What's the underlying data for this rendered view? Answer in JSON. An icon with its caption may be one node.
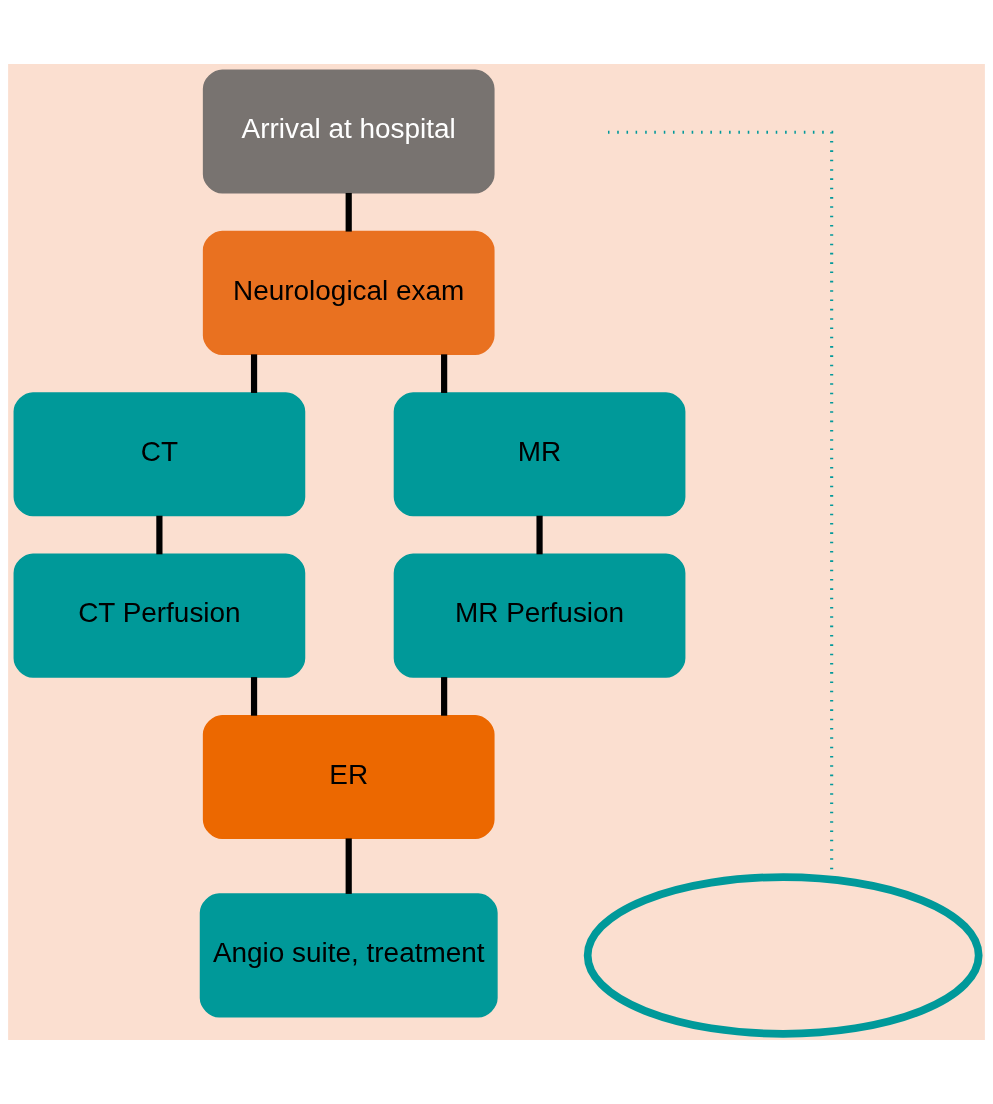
{
  "diagram": {
    "nodes": [
      {
        "text": [
          "Arrival at hospital"
        ]
      },
      {
        "text": [
          "Neurological exam"
        ]
      },
      {
        "text": [
          "CT"
        ]
      },
      {
        "text": [
          "MR"
        ]
      },
      {
        "text": [
          "CT Perfusion"
        ]
      },
      {
        "text": [
          "MR Perfusion"
        ]
      },
      {
        "text": [
          "ER"
        ]
      },
      {
        "text": [
          "Angio suite, treatment"
        ]
      },
      {
        "text": [],
        "shape": "ellipse"
      }
    ],
    "edges": [
      {
        "from": 0,
        "to": 1,
        "arrow": "none"
      },
      {
        "from": 1,
        "to": 2,
        "arrow": "none"
      },
      {
        "from": 1,
        "to": 3,
        "arrow": "none"
      },
      {
        "from": 2,
        "to": 4,
        "arrow": "none"
      },
      {
        "from": 3,
        "to": 5,
        "arrow": "none"
      },
      {
        "from": 4,
        "to": 6,
        "arrow": "none"
      },
      {
        "from": 5,
        "to": 6,
        "arrow": "none"
      },
      {
        "from": 6,
        "to": 7,
        "arrow": "none"
      },
      {
        "from": null,
        "to": 8,
        "arrow": "none",
        "style": "dashed",
        "color": "#00999a"
      }
    ]
  }
}
